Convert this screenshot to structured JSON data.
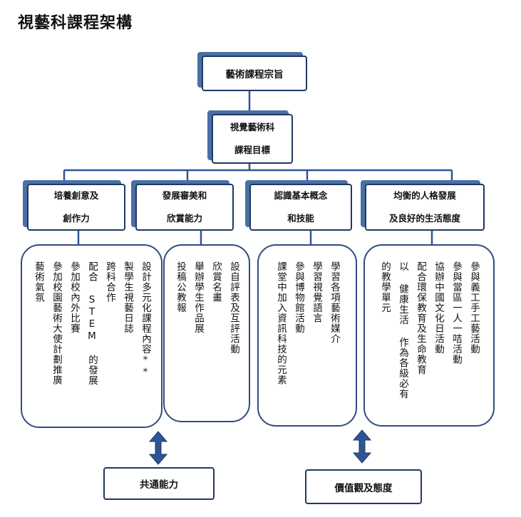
{
  "title": "視藝科課程架構",
  "top_box": "藝術課程宗旨",
  "second_box": [
    "視覺藝術科",
    "課程目標"
  ],
  "categories": [
    [
      "培養創意及",
      "創作力"
    ],
    [
      "發展審美和",
      "欣賞能力"
    ],
    [
      "認識基本概念",
      "和技能"
    ],
    [
      "均衡的人格發展",
      "及良好的生活態度"
    ]
  ],
  "buckets": [
    {
      "items": [
        "設計多元化課程內容**",
        "製學生視藝日誌",
        "跨科合作",
        "配合 STEM 的發展",
        "參加校內外比賽",
        "參加校園藝術大使計劃推廣",
        "藝術氣氛"
      ]
    },
    {
      "items": [
        "設自評表及互評活動",
        "欣賞名畫",
        "舉辦學生作品展",
        "投稿公教報"
      ]
    },
    {
      "items": [
        "學習各項藝術媒介",
        "學習視覺語言",
        "參與博物館活動",
        "課堂中加入資訊科技的元素"
      ]
    },
    {
      "items": [
        "參與義工手工藝活動",
        "參與當區一人一咭活動",
        "協辦中國文化日活動",
        "配合環保教育及生命教育",
        "以 健康生活 作為各級必有",
        "的教學單元"
      ]
    }
  ],
  "bottom_boxes": [
    "共通能力",
    "價值觀及態度"
  ],
  "colors": {
    "box_border": "#1f3864",
    "box_shadow": "#4a6fa5",
    "connector": "#2f5496",
    "arrow": "#2f5496"
  }
}
